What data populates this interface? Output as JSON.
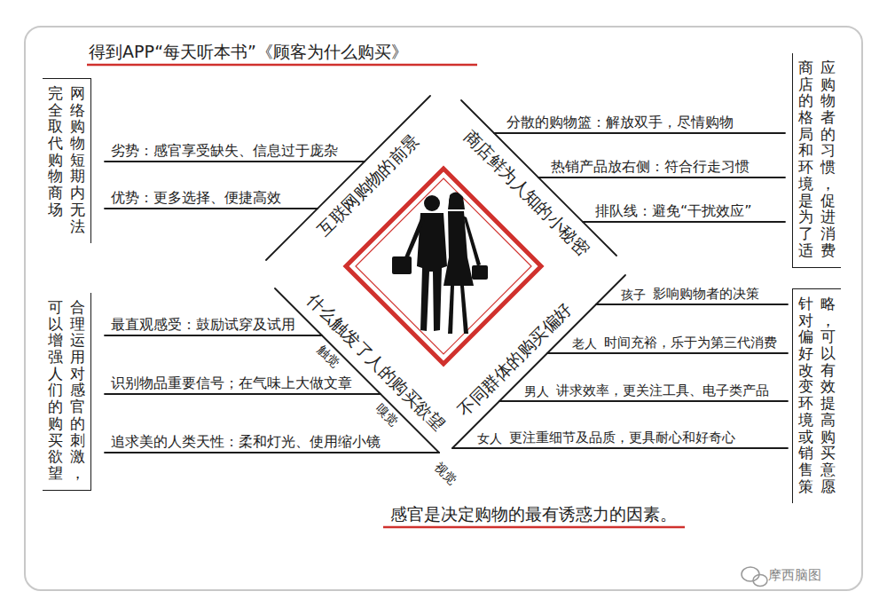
{
  "diagram": {
    "title": "得到APP“每天听本书”《顾客为什么购买》",
    "caption": "感官是决定购物的最有诱惑力的因素。",
    "nodes": [
      {
        "text": [
          "网络购物短期内无法完全取代购物商场"
        ]
      },
      {
        "text": [
          "商店的格局和环境是为了适应购物者的习惯，促进消费"
        ]
      },
      {
        "text": [
          "合理运用对感官的刺激，可以增强人们的购买欲望"
        ]
      },
      {
        "text": [
          "针对偏好改变环境或销售策略，可以有效提高购买意愿"
        ]
      }
    ],
    "labels": [
      "互联网购物的前景",
      "劣势：感官享受缺失、信息过于庞杂",
      "优势：更多选择、便捷高效",
      "商店鲜为人知的小秘密",
      "分散的购物篮：解放双手，尽情购物",
      "热销产品放右侧：符合行走习惯",
      "排队线：避免“干扰效应”",
      "什么触发了人的购买欲望",
      "触觉",
      "最直观感受：鼓励试穿及试用",
      "嗅觉",
      "识别物品重要信号；在气味上大做文章",
      "视觉",
      "追求美的人类天性：柔和灯光、使用缩小镜",
      "不同群体的购买偏好",
      "孩子",
      "影响购物者的决策",
      "老人",
      "时间充裕，乐于为第三代消费",
      "男人",
      "讲求效率，更关注工具、电子类产品",
      "女人",
      "更注重细节及品质，更具耐心和好奇心",
      "摩西脑图"
    ]
  }
}
